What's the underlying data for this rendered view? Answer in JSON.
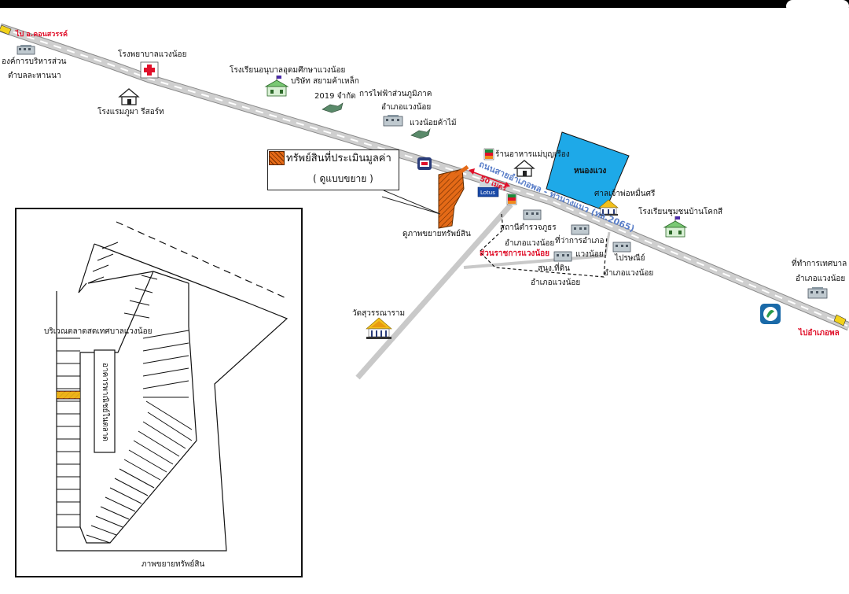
{
  "colors": {
    "road": "#c9c9c9",
    "road_edge": "#8a8a8a",
    "road_dash": "#ffffff",
    "pond": "#1ea9e8",
    "property": "#e46a17",
    "label_red": "#e0102a",
    "route_label": "#5b7fc9"
  },
  "labels": {
    "to_khon_sawan": "ไป อ.คอนสวรรค์",
    "sao_admin": "องค์การบริหารส่วน",
    "sao_admin_2": "ตำบลละหานนา",
    "hospital": "โรงพยาบาลแวงน้อย",
    "resort": "โรงแรมภูผา รีสอร์ท",
    "kindergarten": "โรงเรียนอนุบาลอุดมศึกษาแวงน้อย",
    "steel_company": "บริษัท สยามค้าเหล็ก",
    "steel_company_2": "2019 จำกัด",
    "electricity": "การไฟฟ้าส่วนภูมิภาค",
    "electricity_2": "อำเภอแวงน้อย",
    "timber": "แวงน้อยค้าไม้",
    "restaurant": "ร้านอาหารแม่บุญเรือง",
    "pond": "หนองแวง",
    "shrine": "ศาลเจ้าพ่อหมื่นศรี",
    "community_school": "โรงเรียนชุมชนบ้านโคกสี",
    "highway_office": "ที่ทำการเทศบาล",
    "highway_office_2": "อำเภอแวงน้อย",
    "to_amphoe_phon": "ไปอำเภอพล",
    "road_name": "ถนนสายอำเภอพล - ท่านางแนว (ทล.2065)",
    "distance": "50 เมตร",
    "lotus": "Lotus",
    "police": "สถานีตำรวจภูธร",
    "police_2": "อำเภอแวงน้อย",
    "district_office": "ที่ว่าการอำเภอ",
    "district_office_2": "แวงน้อย",
    "gov_center": "ส่วนราชการแวงน้อย",
    "land_office": "สนง.ที่ดิน",
    "land_office_2": "อำเภอแวงน้อย",
    "post_office": "ไปรษณีย์",
    "post_office_2": "อำเภอแวงน้อย",
    "temple": "วัดสุวรรณาราม",
    "enlarged_view": "ดูภาพขยายทรัพย์สิน",
    "legend_title": "ทรัพย์สินที่ประเมินมูลค่า",
    "legend_sub": "( ดูแบบขยาย )"
  },
  "inset": {
    "market_label": "บริเวณตลาดสดเทศบาลแวงน้อย",
    "building_text": "อาคารพาณิชย์ในตลาด",
    "caption": "ภาพขยายทรัพย์สิน"
  }
}
